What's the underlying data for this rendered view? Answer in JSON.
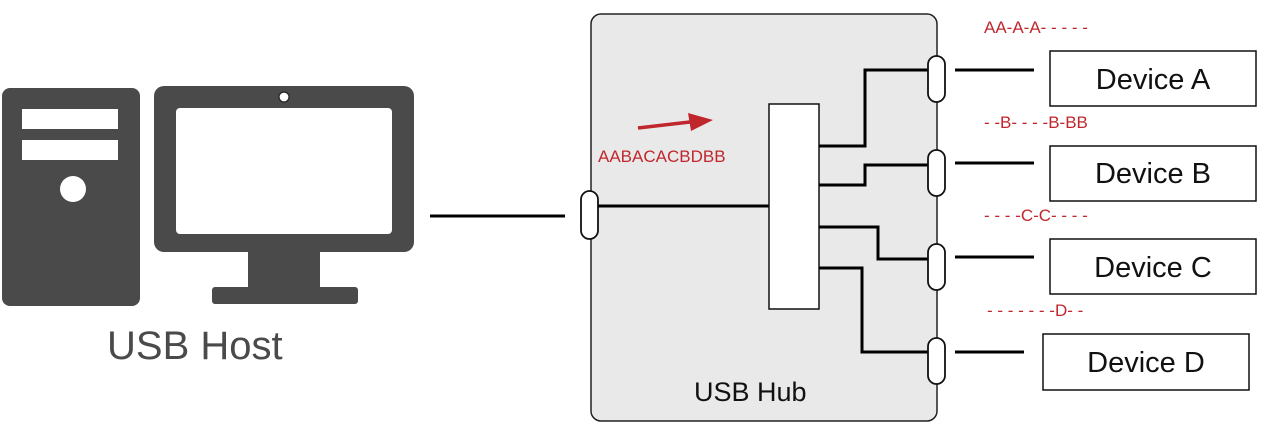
{
  "host": {
    "label": "USB Host"
  },
  "hub": {
    "label": "USB Hub",
    "stream": "AABACACBDBB"
  },
  "devices": [
    {
      "label": "Device A",
      "traffic": "AA-A-A- - - - -"
    },
    {
      "label": "Device B",
      "traffic": "- -B- - - -B-BB"
    },
    {
      "label": "Device C",
      "traffic": "- - - -C-C- - - -"
    },
    {
      "label": "Device D",
      "traffic": "- - - - - - -D- -"
    }
  ],
  "colors": {
    "host_icon": "#4a4a4a",
    "hub_fill": "#e9e9e9",
    "traffic_red": "#c0272d",
    "wire": "#000000"
  }
}
